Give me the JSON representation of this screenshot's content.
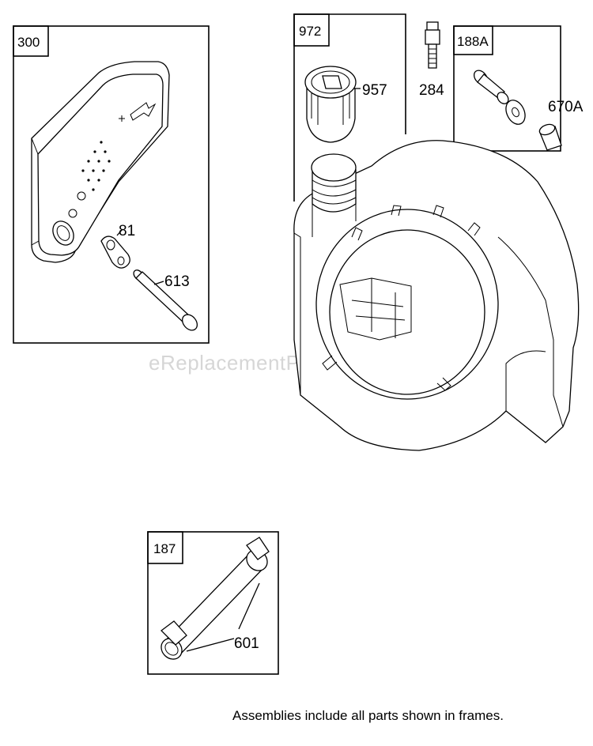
{
  "watermark": "eReplacementParts.com",
  "frames": {
    "muffler_assembly": "300",
    "fuel_cap_assembly": "972",
    "bolt_assembly": "188A",
    "tube_assembly": "187"
  },
  "callouts": {
    "gasket": "81",
    "muffler_bolt": "613",
    "fuel_cap": "957",
    "fitting": "284",
    "spacer": "670A",
    "clamp": "601"
  },
  "footnote": "Assemblies include all parts shown in frames."
}
